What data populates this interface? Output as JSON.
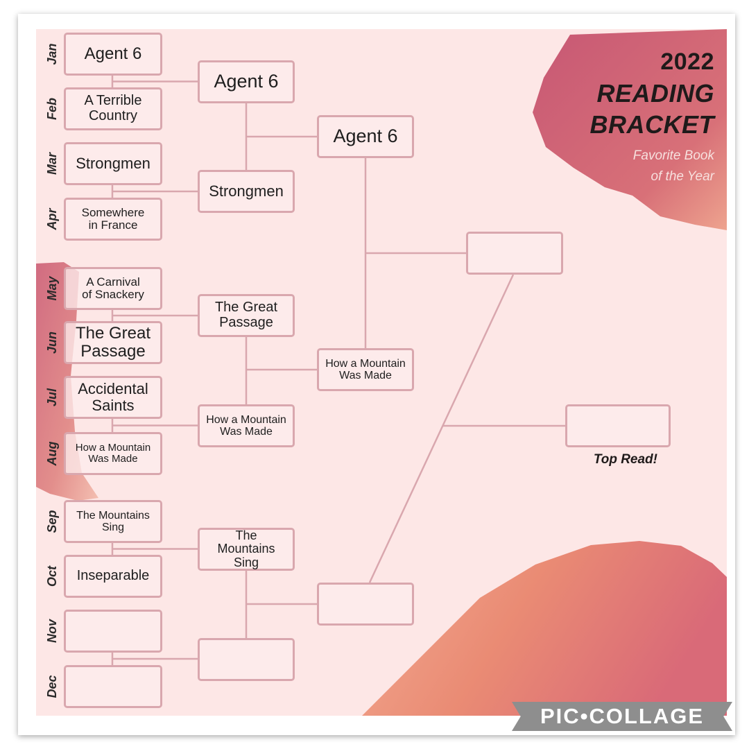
{
  "title": {
    "year": "2022",
    "main": "READING\nBRACKET",
    "subtitle": "Favorite Book\nof the Year"
  },
  "colors": {
    "line": "#d9a7ae",
    "background": "#fde7e6",
    "brush_dark": "#c4506e",
    "brush_light": "#e8836a"
  },
  "months": [
    "Jan",
    "Feb",
    "Mar",
    "Apr",
    "May",
    "Jun",
    "Jul",
    "Aug",
    "Sep",
    "Oct",
    "Nov",
    "Dec"
  ],
  "round1": [
    "Agent 6",
    "A Terrible\nCountry",
    "Strongmen",
    "Somewhere\nin France",
    "A Carnival\nof Snackery",
    "The Great\nPassage",
    "Accidental\nSaints",
    "How a Mountain\nWas Made",
    "The Mountains\nSing",
    "Inseparable",
    "",
    ""
  ],
  "round2": [
    "Agent 6",
    "Strongmen",
    "The Great\nPassage",
    "How a Mountain\nWas Made",
    "The\nMountains\nSing",
    ""
  ],
  "round3": [
    "Agent 6",
    "How a Mountain\nWas Made",
    ""
  ],
  "round4": [
    ""
  ],
  "final": {
    "winner": "",
    "label": "Top Read!"
  },
  "watermark": "PIC•COLLAGE"
}
